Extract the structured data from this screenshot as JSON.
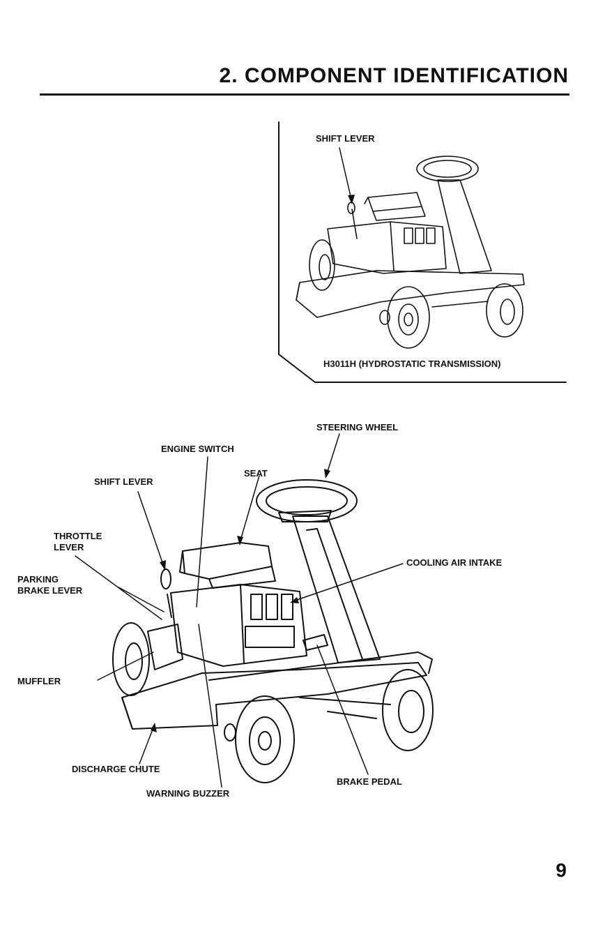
{
  "section_title": "2. COMPONENT IDENTIFICATION",
  "inset": {
    "label_shift_lever": "SHIFT LEVER",
    "caption": "H3011H (HYDROSTATIC TRANSMISSION)"
  },
  "main": {
    "steering_wheel": "STEERING WHEEL",
    "engine_switch": "ENGINE SWITCH",
    "seat": "SEAT",
    "shift_lever": "SHIFT LEVER",
    "throttle_lever_1": "THROTTLE",
    "throttle_lever_2": "LEVER",
    "cooling_air_intake": "COOLING AIR INTAKE",
    "parking_brake_1": "PARKING",
    "parking_brake_2": "BRAKE LEVER",
    "muffler": "MUFFLER",
    "discharge_chute": "DISCHARGE CHUTE",
    "warning_buzzer": "WARNING BUZZER",
    "brake_pedal": "BRAKE PEDAL"
  },
  "page_number": "9"
}
